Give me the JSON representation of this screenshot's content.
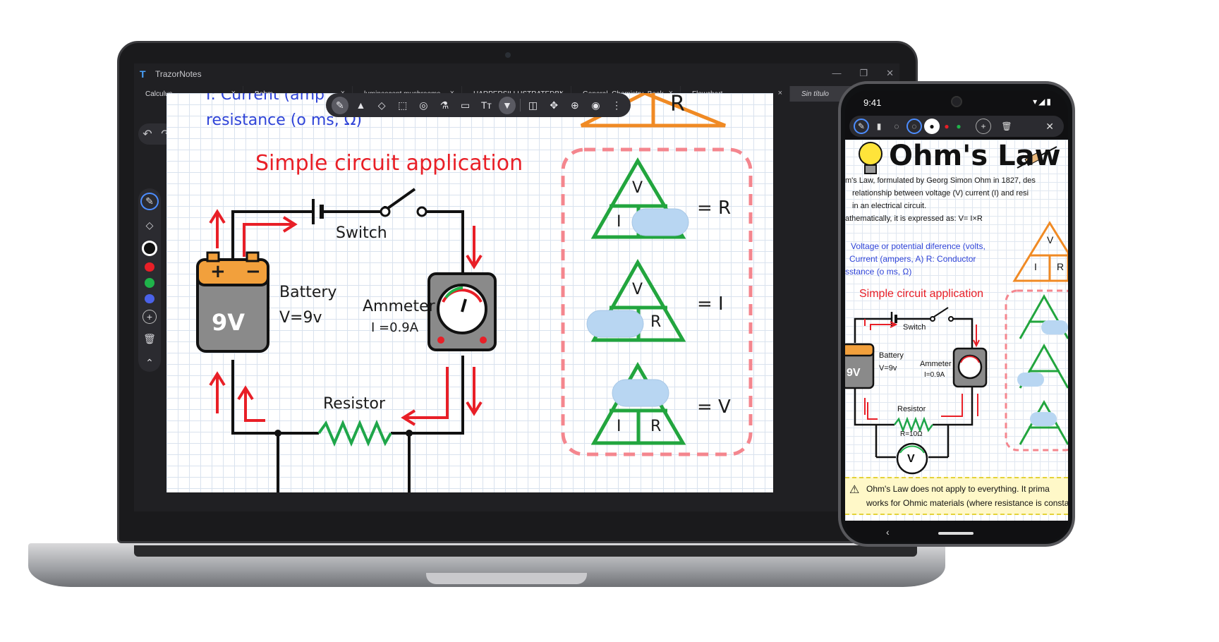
{
  "window": {
    "app_name": "TrazorNotes",
    "controls": [
      "—",
      "❐",
      "✕"
    ]
  },
  "tabs": [
    {
      "label": "Calculus",
      "active": false
    },
    {
      "label": "Bohm",
      "active": false
    },
    {
      "label": "luminescent mushrooms",
      "active": false
    },
    {
      "label": "HARPERSILLUSTRATEDBI...",
      "active": false
    },
    {
      "label": "General_Chemistry_Book",
      "active": false
    },
    {
      "label": "Flowchart",
      "active": false
    },
    {
      "label": "Sin título",
      "active": true
    }
  ],
  "tab_close_glyph": "×",
  "undo_redo": {
    "undo": "↶",
    "redo": "↷"
  },
  "side_rail": {
    "colors": [
      "#111111",
      "#e81f27",
      "#1fb34a",
      "#4a62e8"
    ],
    "add": "+",
    "delete": "🗑",
    "collapse": "⌃"
  },
  "pen_toolbar": {
    "icons": [
      "pen-icon",
      "highlighter-icon",
      "eraser-icon",
      "lasso-select-icon",
      "shapes-icon",
      "stamp-icon",
      "ruler-icon",
      "text-icon",
      "color-dropdown-icon",
      "layout-icon",
      "move-icon",
      "zoom-icon",
      "search-icon",
      "more-icon"
    ],
    "glyphs": [
      "✎",
      "▲",
      "◇",
      "⬚",
      "◎",
      "⚗",
      "▭",
      "Tт",
      "▼",
      "◫",
      "✥",
      "⊕",
      "◉",
      "⋮"
    ]
  },
  "canvas": {
    "top_text_1": "I: Current (amp",
    "top_text_2": "resistance (o ms, Ω)",
    "title": "Simple circuit application",
    "switch_label": "Switch",
    "battery_label": "Battery",
    "battery_value": "V=9v",
    "battery_face": "9V",
    "battery_plus": "+",
    "battery_minus": "−",
    "ammeter_label": "Ammeter",
    "ammeter_value": "I =0.9A",
    "resistor_label": "Resistor",
    "triangle_top_r": "R",
    "triangles": [
      {
        "top": "V",
        "left": "I",
        "right": "",
        "result": "= R"
      },
      {
        "top": "V",
        "left": "",
        "right": "R",
        "result": "= I"
      },
      {
        "top": "",
        "left": "I",
        "right": "R",
        "result": "= V"
      }
    ]
  },
  "phone": {
    "time": "9:41",
    "status_icons": "▾◢▮",
    "toolbar_glyphs": [
      "✎",
      "▮",
      "◌",
      "◌",
      "●",
      "●",
      "●",
      "+",
      "🗑"
    ],
    "toolbar_close": "✕",
    "title": "Ohm's Law",
    "intro_lines": [
      "m's Law, formulated by Georg Simon Ohm in 1827, des",
      "relationship between voltage (V) current (I) and resi",
      "in an electrical circuit.",
      "athematically, it is expressed as: V= I×R"
    ],
    "blue_lines": [
      "Voltage or potential diference (volts,",
      "Current (ampers, A) R: Conductor",
      "sstance (o ms, Ω)"
    ],
    "subtitle": "Simple circuit application",
    "switch_label": "Switch",
    "battery_label": "Battery",
    "battery_value": "V=9v",
    "battery_face": "9V",
    "ammeter_label": "Ammeter",
    "ammeter_value": "I=0.9A",
    "resistor_label": "Resistor",
    "resistor_value": "R=10Ω",
    "voltmeter_face": "V",
    "triangle_labels": [
      "V",
      "I",
      "R"
    ],
    "warning_icon": "⚠",
    "warning_lines": [
      "Ohm's Law does not apply to everything. It prima",
      "works for Ohmic materials (where resistance is consta"
    ],
    "nav_back": "‹"
  }
}
